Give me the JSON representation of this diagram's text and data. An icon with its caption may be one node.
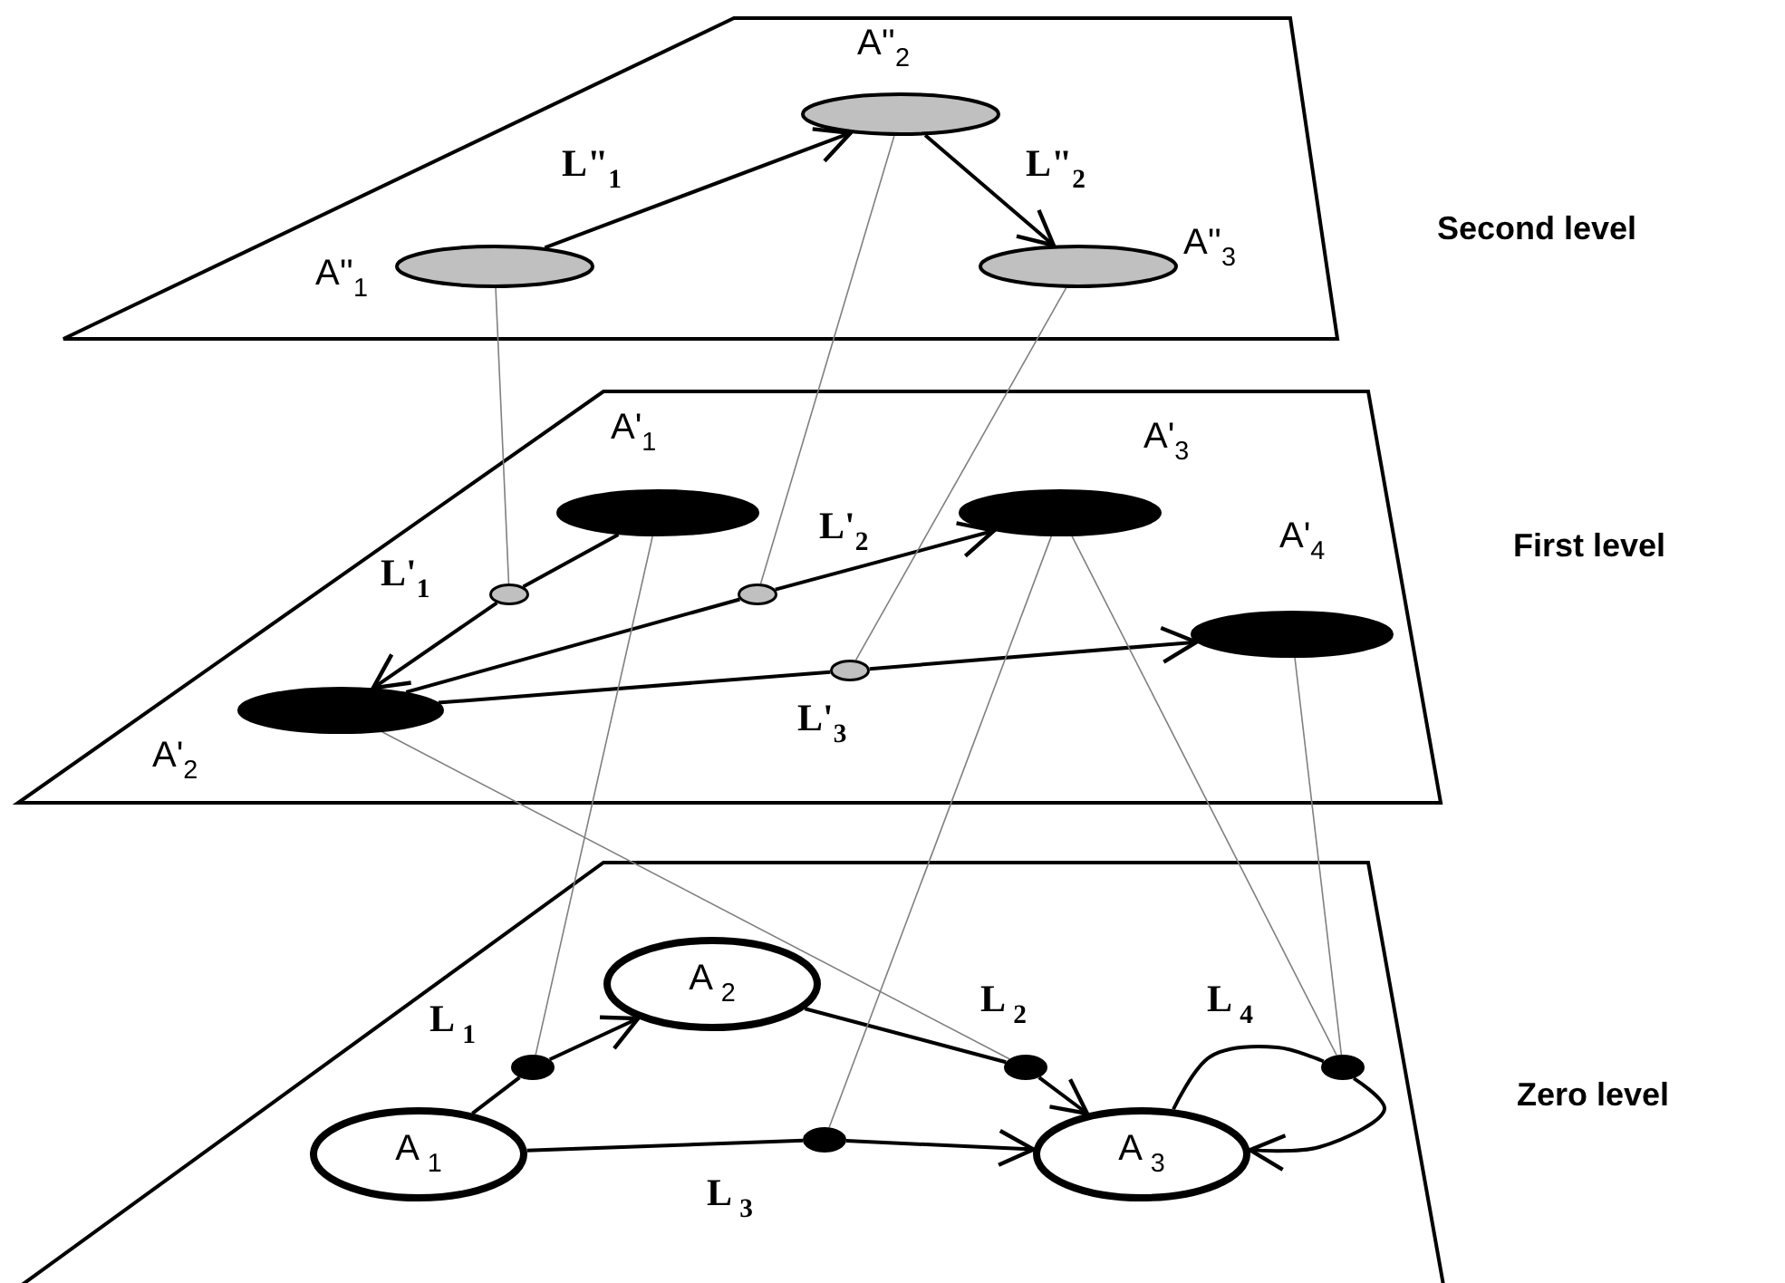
{
  "diagram": {
    "nodes": [
      {
        "text": [],
        "shape": "plane",
        "beside": [
          "Second level"
        ]
      },
      {
        "text": [],
        "shape": "ellipse",
        "in": 0,
        "beside": [
          "A''$_{1}$"
        ]
      },
      {
        "text": [],
        "shape": "ellipse",
        "in": 0,
        "beside": [
          "A''$_{2}$"
        ]
      },
      {
        "text": [],
        "shape": "ellipse",
        "in": 0,
        "beside": [
          "A''$_{3}$"
        ]
      },
      {
        "text": [],
        "shape": "plane",
        "beside": [
          "First level"
        ]
      },
      {
        "text": [],
        "shape": "ellipse",
        "in": 4,
        "beside": [
          "A'$_{1}$"
        ]
      },
      {
        "text": [],
        "shape": "ellipse",
        "in": 4,
        "beside": [
          "A'$_{2}$"
        ]
      },
      {
        "text": [],
        "shape": "ellipse",
        "in": 4,
        "beside": [
          "A'$_{3}$"
        ]
      },
      {
        "text": [],
        "shape": "ellipse",
        "in": 4,
        "beside": [
          "A'$_{4}$"
        ]
      },
      {
        "text": [],
        "shape": "circle",
        "in": 4
      },
      {
        "text": [],
        "shape": "circle",
        "in": 4
      },
      {
        "text": [],
        "shape": "circle",
        "in": 4
      },
      {
        "text": [],
        "shape": "plane",
        "beside": [
          "Zero level"
        ]
      },
      {
        "text": [
          "A $_{1}$"
        ],
        "in": 12
      },
      {
        "text": [
          "A $_{2}$"
        ],
        "in": 12
      },
      {
        "text": [
          "A $_{3}$"
        ],
        "in": 12
      },
      {
        "text": [],
        "shape": "circle",
        "in": 12
      },
      {
        "text": [],
        "shape": "circle",
        "in": 12
      },
      {
        "text": [],
        "shape": "circle",
        "in": 12
      },
      {
        "text": [],
        "shape": "circle",
        "in": 12
      }
    ],
    "edges": [
      {
        "from": 1,
        "to": 2,
        "arrow": "to",
        "label": "L\"$_{1}$"
      },
      {
        "from": 2,
        "to": 3,
        "arrow": "to",
        "label": "L\"$_{2}$"
      },
      {
        "from": 5,
        "to": 9,
        "arrow": "none"
      },
      {
        "from": 9,
        "to": 6,
        "arrow": "to",
        "label": "L'$_{1}$"
      },
      {
        "from": 6,
        "to": 10,
        "arrow": "none"
      },
      {
        "from": 10,
        "to": 7,
        "arrow": "to",
        "label": "L'$_{2}$"
      },
      {
        "from": 6,
        "to": 11,
        "arrow": "none",
        "label": "L'$_{3}$"
      },
      {
        "from": 11,
        "to": 8,
        "arrow": "to"
      },
      {
        "from": 13,
        "to": 16,
        "arrow": "none",
        "label": "L $_{1}$"
      },
      {
        "from": 16,
        "to": 14,
        "arrow": "to"
      },
      {
        "from": 14,
        "to": 17,
        "arrow": "none",
        "label": "L $_{2}$"
      },
      {
        "from": 17,
        "to": 15,
        "arrow": "to"
      },
      {
        "from": 13,
        "to": 18,
        "arrow": "none",
        "label": "L $_{3}$"
      },
      {
        "from": 18,
        "to": 15,
        "arrow": "to"
      },
      {
        "from": 15,
        "to": 19,
        "arrow": "none",
        "label": "L $_{4}$"
      },
      {
        "from": 19,
        "to": 15,
        "arrow": "to"
      },
      {
        "from": 1,
        "to": 9,
        "arrow": "none",
        "color": "#808080"
      },
      {
        "from": 2,
        "to": 10,
        "arrow": "none",
        "color": "#808080"
      },
      {
        "from": 3,
        "to": 11,
        "arrow": "none",
        "color": "#808080"
      },
      {
        "from": 5,
        "to": 16,
        "arrow": "none",
        "color": "#808080"
      },
      {
        "from": 6,
        "to": 17,
        "arrow": "none",
        "color": "#808080"
      },
      {
        "from": 7,
        "to": 18,
        "arrow": "none",
        "color": "#808080"
      },
      {
        "from": 7,
        "to": 19,
        "arrow": "none",
        "color": "#808080"
      },
      {
        "from": 8,
        "to": 19,
        "arrow": "none",
        "color": "#808080"
      }
    ]
  }
}
